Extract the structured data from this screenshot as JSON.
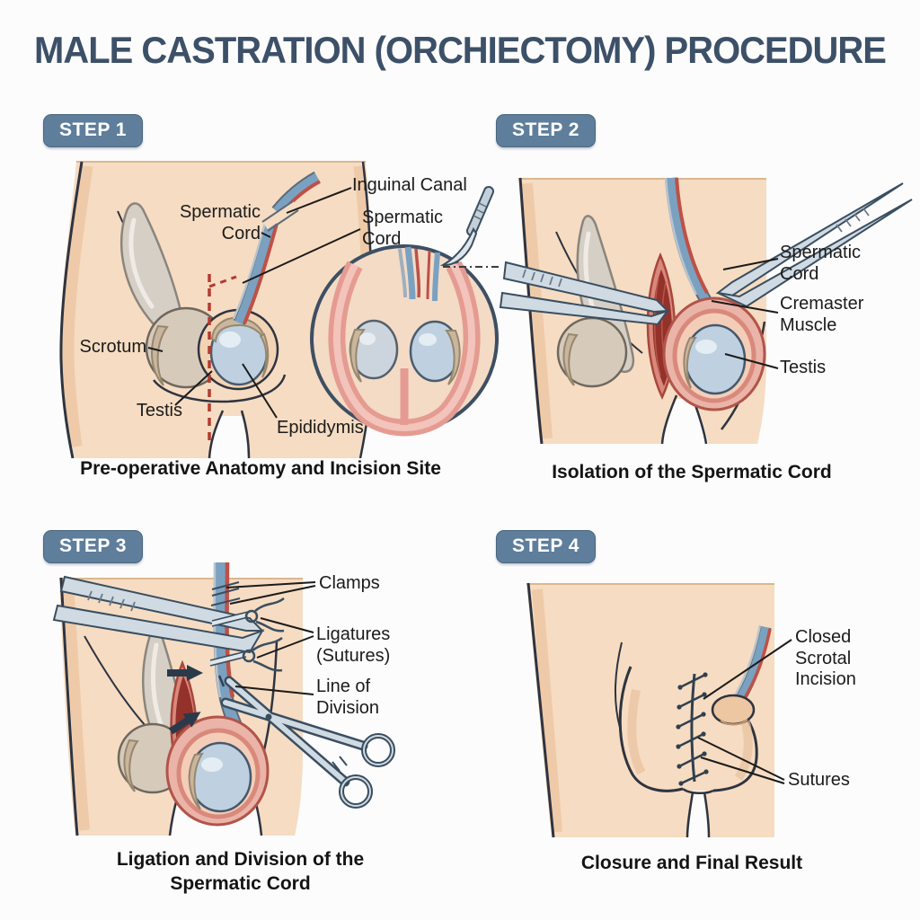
{
  "title": "MALE CASTRATION (ORCHIECTOMY) PROCEDURE",
  "colors": {
    "background": "#fcfcfc",
    "title_text": "#3c5068",
    "badge_bg": "#5e7e9b",
    "badge_text": "#ffffff",
    "label_text": "#1b1b1b",
    "caption_text": "#141414",
    "skin": "#f6dcc2",
    "outline": "#2e3440",
    "muscle_red": "#93322a",
    "sac_red": "#d9897b",
    "testis_blue": "#bfd1e0",
    "cord_blue": "#7ba1c1",
    "cord_red": "#bd5147",
    "incision_dash_red": "#b23b30",
    "instrument_gray": "#cfdae3",
    "epididymis_tan": "#c9b69d"
  },
  "steps": [
    {
      "badge": "STEP 1",
      "caption": "Pre-operative Anatomy and Incision Site",
      "icons": [
        "scalpel-icon",
        "incision-dashed-line",
        "cross-section-inset"
      ],
      "labels": {
        "spermatic_cord_left": "Spermatic Cord",
        "inguinal_canal": "Inguinal Canal",
        "spermatic_cord_right": "Spermatic Cord",
        "scrotum": "Scrotum",
        "testis": "Testis",
        "epididymis": "Epididymis"
      }
    },
    {
      "badge": "STEP 2",
      "caption": "Isolation of the Spermatic Cord",
      "icons": [
        "forceps-icon",
        "forceps-icon"
      ],
      "labels": {
        "spermatic_cord": "Spermatic Cord",
        "cremaster_muscle": "Cremaster Muscle",
        "testis": "Testis"
      }
    },
    {
      "badge": "STEP 3",
      "caption": "Ligation and Division of the Spermatic Cord",
      "icons": [
        "forceps-icon",
        "ligature-knot",
        "ligature-knot",
        "arrow-icon",
        "arrow-icon",
        "scissors-icon"
      ],
      "labels": {
        "clamps": "Clamps",
        "ligatures": "Ligatures (Sutures)",
        "line_of_division": "Line of Division"
      }
    },
    {
      "badge": "STEP 4",
      "caption": "Closure and Final Result",
      "icons": [
        "suture-line"
      ],
      "labels": {
        "closed_scrotal_incision": "Closed Scrotal Incision",
        "sutures": "Sutures"
      }
    }
  ]
}
